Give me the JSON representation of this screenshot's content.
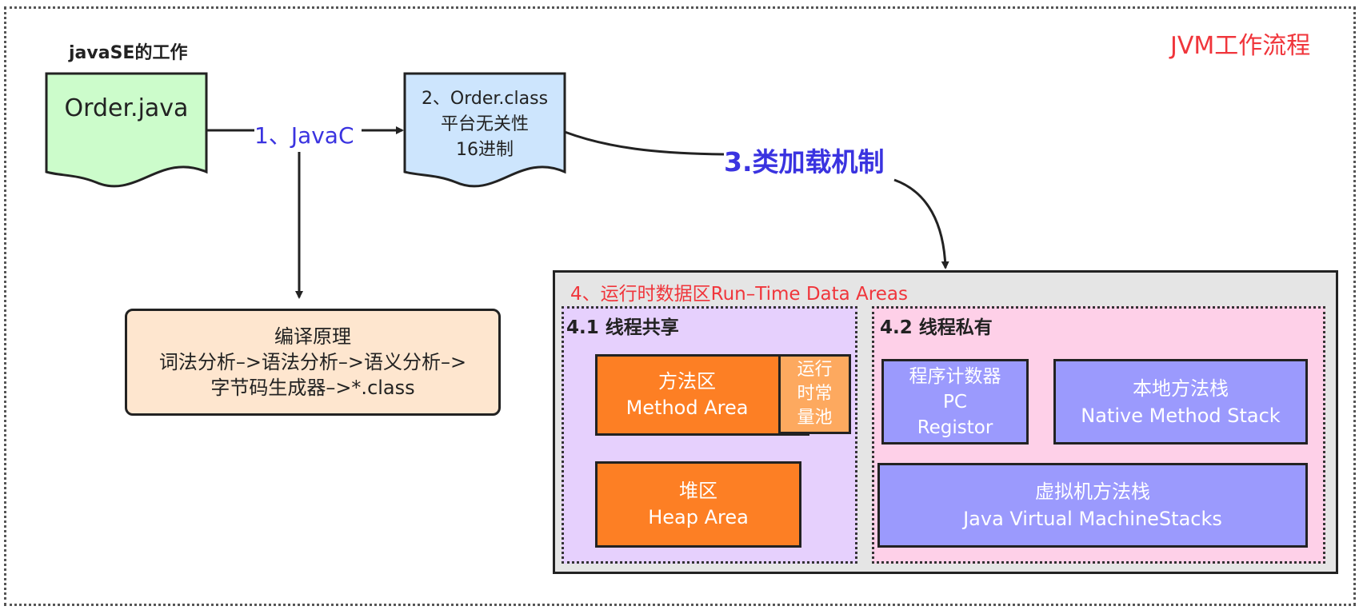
{
  "title": "JVM工作流程",
  "javase_label": "javaSE的工作",
  "order_java": "Order.java",
  "step1": "1、JavaC",
  "order_class": {
    "line1": "2、Order.class",
    "line2": "平台无关性",
    "line3": "16进制"
  },
  "step3": "3.类加载机制",
  "compile": {
    "line1": "编译原理",
    "line2": "词法分析–>语法分析–>语义分析–>",
    "line3": "字节码生成器–>*.class"
  },
  "runtime_area": {
    "title": "4、运行时数据区Run–Time Data Areas",
    "shared": {
      "title": "4.1 线程共享",
      "method_area": {
        "line1": "方法区",
        "line2": "Method Area"
      },
      "constant_pool": {
        "line1": "运行",
        "line2": "时常",
        "line3": "量池"
      },
      "heap": {
        "line1": "堆区",
        "line2": "Heap Area"
      }
    },
    "private": {
      "title": "4.2 线程私有",
      "pc": {
        "line1": "程序计数器",
        "line2": "PC",
        "line3": "Registor"
      },
      "native": {
        "line1": "本地方法栈",
        "line2": "Native Method Stack"
      },
      "jvm_stack": {
        "line1": "虚拟机方法栈",
        "line2": "Java Virtual MachineStacks"
      }
    }
  },
  "colors": {
    "title_red": "#f0353b",
    "step_blue": "#3a33e0",
    "doc_green": "#ccfccb",
    "doc_blue": "#cde5fd",
    "compile_bg": "#fee6cf",
    "outer_gray": "#e5e5e5",
    "shared_purple": "#e6d0fd",
    "private_pink": "#fed0e8",
    "orange": "#fd7f24",
    "light_orange": "#fda95f",
    "periwinkle": "#9b9afd"
  }
}
